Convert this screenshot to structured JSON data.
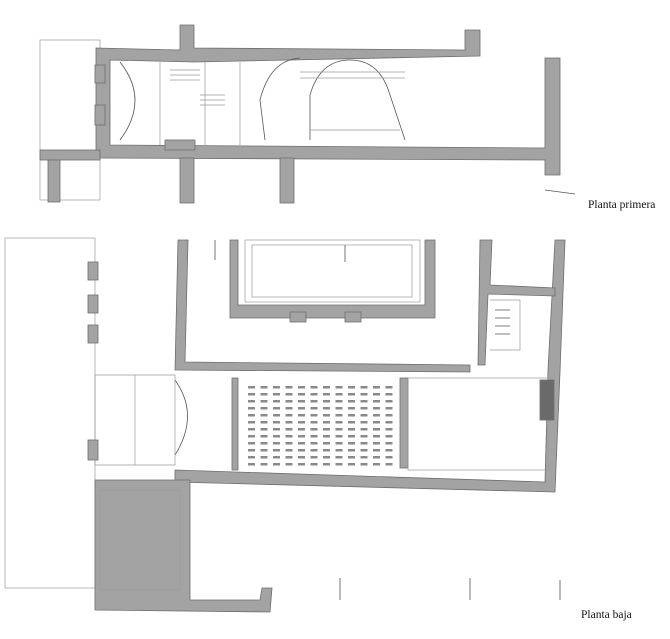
{
  "plans": [
    {
      "id": "upper",
      "label": "Planta primera"
    },
    {
      "id": "ground",
      "label": "Planta baja"
    }
  ],
  "seating": {
    "rows": 12,
    "columns": 12
  },
  "colors": {
    "wall": "#a3a3a3",
    "line": "#555555"
  }
}
